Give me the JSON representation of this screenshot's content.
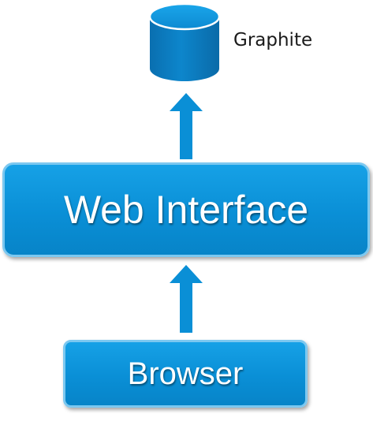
{
  "nodes": {
    "graphite": {
      "label": "Graphite",
      "icon": "database-icon"
    },
    "web_interface": {
      "label": "Web Interface"
    },
    "browser": {
      "label": "Browser"
    }
  },
  "edges": [
    {
      "from": "browser",
      "to": "web_interface",
      "direction": "up"
    },
    {
      "from": "web_interface",
      "to": "graphite",
      "direction": "up"
    }
  ],
  "colors": {
    "box_fill": "#0a8fd6",
    "box_border": "#7cc8f0",
    "arrow": "#0a8fd6",
    "db_top": "#0e88cf",
    "db_body": "#0b79bf"
  }
}
